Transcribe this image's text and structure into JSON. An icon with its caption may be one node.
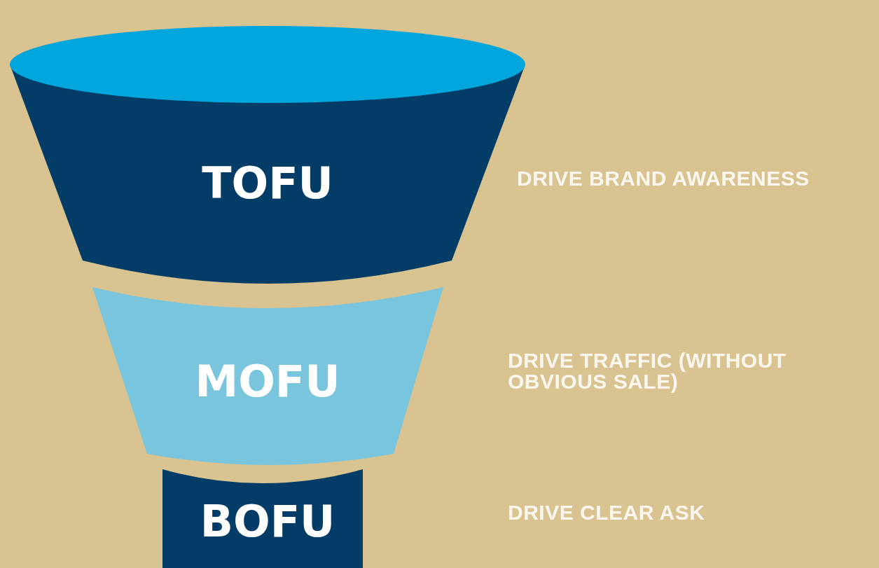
{
  "diagram": {
    "nodes": [
      {
        "text": [
          "TOFU"
        ],
        "beside": [
          "DRIVE BRAND AWARENESS"
        ]
      },
      {
        "text": [
          "MOFU"
        ],
        "beside": [
          "DRIVE TRAFFIC (WITHOUT OBVIOUS SALE)"
        ]
      },
      {
        "text": [
          "BOFU"
        ]
      }
    ],
    "labels": [
      "DRIVE CLEAR ASK"
    ]
  }
}
